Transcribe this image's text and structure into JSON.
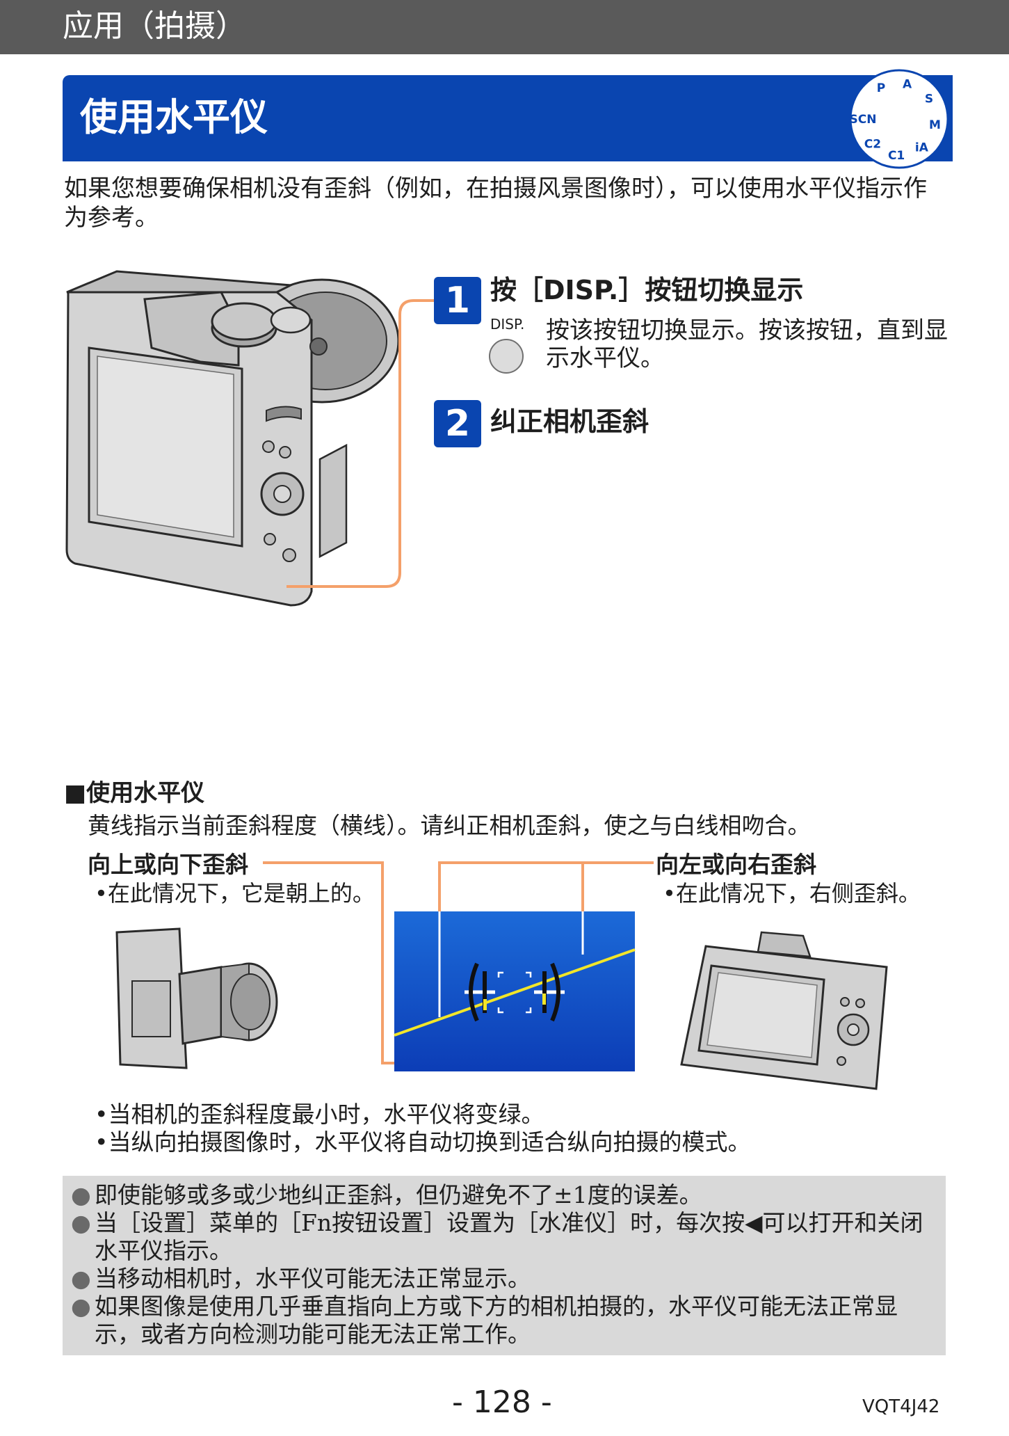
{
  "header": {
    "title": "应用（拍摄）"
  },
  "section": {
    "title": "使用水平仪",
    "mode_dial_letters": [
      "P",
      "A",
      "S",
      "M",
      "iA",
      "C1",
      "C2",
      "SCN"
    ]
  },
  "intro": "如果您想要确保相机没有歪斜（例如，在拍摄风景图像时），可以使用水平仪指示作为参考。",
  "steps": [
    {
      "number": "1",
      "title": "按［DISP.］按钮切换显示",
      "button_label": "DISP.",
      "desc": "按该按钮切换显示。按该按钮，直到显示水平仪。"
    },
    {
      "number": "2",
      "title": "纠正相机歪斜"
    }
  ],
  "level_gauge": {
    "heading": "■使用水平仪",
    "desc": "黄线指示当前歪斜程度（横线）。请纠正相机歪斜，使之与白线相吻合。",
    "tilt_up_down": {
      "label": "向上或向下歪斜",
      "note": "•在此情况下，它是朝上的。"
    },
    "tilt_left_right": {
      "label": "向左或向右歪斜",
      "note": "•在此情况下，右侧歪斜。"
    }
  },
  "bullets": [
    "•当相机的歪斜程度最小时，水平仪将变绿。",
    "•当纵向拍摄图像时，水平仪将自动切换到适合纵向拍摄的模式。"
  ],
  "notes": [
    "即使能够或多或少地纠正歪斜，但仍避免不了±1度的误差。",
    "当［设置］菜单的［Fn按钮设置］设置为［水准仪］时，每次按◀可以打开和关闭水平仪指示。",
    "当移动相机时，水平仪可能无法正常显示。",
    "如果图像是使用几乎垂直指向上方或下方的相机拍摄的，水平仪可能无法正常显示，或者方向检测功能可能无法正常工作。"
  ],
  "note_bullet": "●",
  "footer": {
    "page": "- 128 -",
    "code": "VQT4J42"
  },
  "colors": {
    "header": "#5a5a5a",
    "accent_blue": "#0a45b0",
    "leader_orange": "#f4a06a",
    "level_yellow": "#f2e629",
    "notes_bg": "#d9d9d9"
  }
}
